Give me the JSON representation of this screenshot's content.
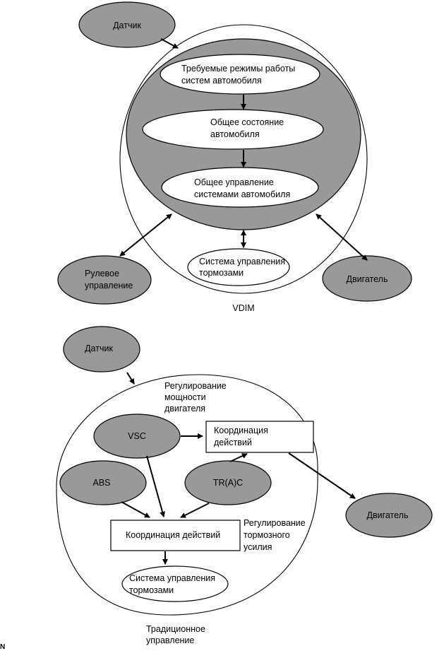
{
  "colors": {
    "node_fill": "#999999",
    "background": "#ffffff",
    "stroke": "#000000"
  },
  "vdim": {
    "title": "VDIM",
    "sensor": "Датчик",
    "inner_nodes": [
      [
        "Требуемые режимы работы",
        "систем автомобиля"
      ],
      [
        "Общее состояние",
        "автомобиля"
      ],
      [
        "Общее управление",
        "системами автомобиля"
      ]
    ],
    "steering": [
      "Рулевое",
      "управление"
    ],
    "brake_system": [
      "Система управления",
      "тормозами"
    ],
    "engine": "Двигатель"
  },
  "traditional": {
    "title": [
      "Традиционное",
      "управление"
    ],
    "sensor": "Датчик",
    "engine_power_label": [
      "Регулирование",
      "мощности",
      "двигателя"
    ],
    "vsc": "VSC",
    "abs": "ABS",
    "trac": "TR(A)C",
    "coordination_top": [
      "Координация",
      "действий"
    ],
    "coordination_bottom": "Координация действий",
    "brake_force_label": [
      "Регулирование",
      "тормозного",
      "усилия"
    ],
    "brake_system": [
      "Система управления",
      "тормозами"
    ],
    "engine": "Двигатель"
  },
  "corner_mark": "N"
}
